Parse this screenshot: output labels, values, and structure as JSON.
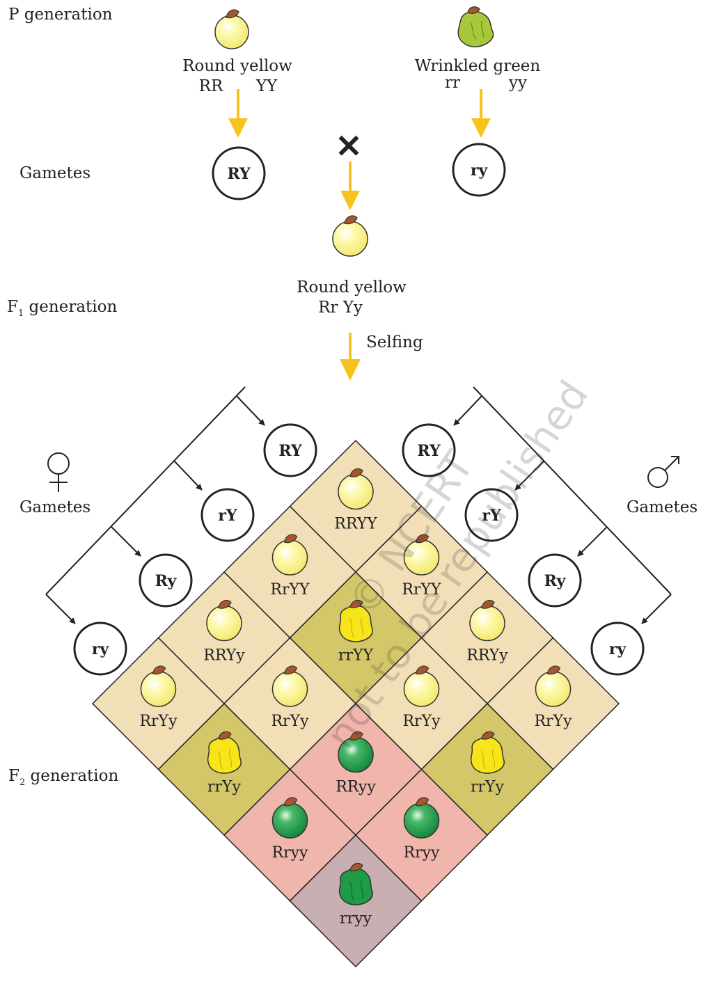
{
  "labels": {
    "p_generation": "P generation",
    "gametes_left": "Gametes",
    "f1_generation": "F",
    "f1_sub": "1",
    "f1_suffix": " generation",
    "f2_generation": "F",
    "f2_sub": "2",
    "f2_suffix": " generation",
    "selfing": "Selfing",
    "female_gametes": "Gametes",
    "male_gametes": "Gametes",
    "cross_symbol": "✕"
  },
  "parents": {
    "left": {
      "phenotype": "Round yellow",
      "allele1": "RR",
      "allele2": "YY",
      "gamete": "RY",
      "seed": "round-yellow"
    },
    "right": {
      "phenotype": "Wrinkled green",
      "allele1": "rr",
      "allele2": "yy",
      "gamete": "ry",
      "seed": "wrinkled-green"
    }
  },
  "f1": {
    "phenotype": "Round yellow",
    "genotype": "Rr Yy",
    "seed": "round-yellow"
  },
  "gametes": {
    "female": [
      "RY",
      "rY",
      "Ry",
      "ry"
    ],
    "male": [
      "RY",
      "rY",
      "Ry",
      "ry"
    ]
  },
  "punnett": [
    [
      "RRYY",
      "RrYY",
      "RRYy",
      "RrYy"
    ],
    [
      "RrYY",
      "rrYY",
      "RrYy",
      "rrYy"
    ],
    [
      "RRYy",
      "RrYy",
      "RRyy",
      "Rryy"
    ],
    [
      "RrYy",
      "rrYy",
      "Rryy",
      "rryy"
    ]
  ],
  "cell_colors": {
    "round-yellow": "#f2dfb8",
    "wrinkled-yellow": "#d4c76a",
    "round-green": "#f1b6ab",
    "wrinkled-green": "#c9aeb2"
  },
  "seed_colors": {
    "yellow": "#fbf48c",
    "green": "#1f9a46",
    "light-green": "#a6c83a",
    "arrow": "#f7c21b"
  },
  "watermark": {
    "line1": "© NCERT",
    "line2": "not to be republished"
  }
}
